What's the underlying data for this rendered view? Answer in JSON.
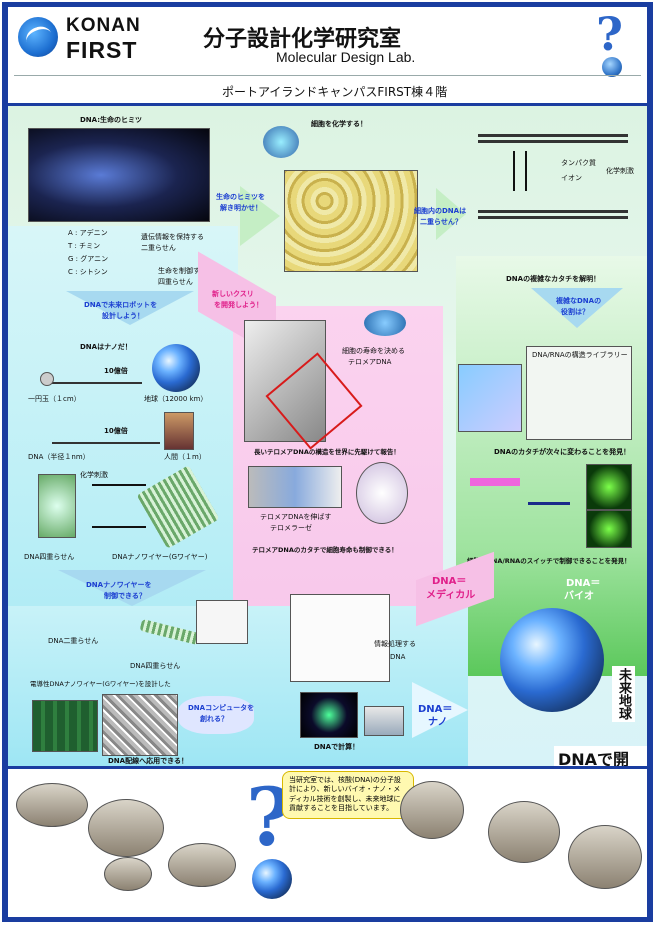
{
  "header": {
    "logo_line1": "KONAN",
    "logo_line2": "FIRST",
    "title_jp": "分子設計化学研究室",
    "title_en": "Molecular Design Lab.",
    "subtitle": "ポートアイランドキャンパスFIRST棟４階"
  },
  "sections": {
    "dna_secret": "DNA:生命のヒミツ",
    "bases": [
      "A : アデニン",
      "T : チミン",
      "G : グアニン",
      "C : シトシン"
    ],
    "genetic_info": [
      "遺伝情報を保持する",
      "二重らせん"
    ],
    "control_life": [
      "生命を制御する",
      "四重らせん"
    ],
    "solve_life": [
      "生命のヒミツを",
      "解き明かせ！"
    ],
    "chem_cell": "細胞を化学する！",
    "dna_in_cell": [
      "細胞内のDNAは",
      "二重らせん？"
    ],
    "protein": "タンパク質",
    "ion": "イオン",
    "chem_stim": "化学刺激",
    "dna_shape_solve": "DNAの複雑なカタチを解明！",
    "complex_dna_role": [
      "複雑なDNAの",
      "役割は？"
    ],
    "dna_robot": [
      "DNAで未来ロボットを",
      "設計しよう！"
    ],
    "new_drug": [
      "新しいクスリ",
      "を開発しよう！"
    ],
    "dna_nano": "DNAはナノだ！",
    "billion_1": "10億倍",
    "coin": "一円玉（１cm）",
    "earth": "地球（12000 km）",
    "billion_2": "10億倍",
    "dna_width": "DNA（半径１nm）",
    "human": "人間（１m）",
    "telomere_title": [
      "細胞の寿命を決める",
      "テロメアDNA"
    ],
    "telomere_world": "長いテロメアDNAの構造を世界に先駆けて報告！",
    "telomerase": [
      "テロメアDNAを伸ばす",
      "テロメラーゼ"
    ],
    "telomere_control": "テロメアDNAのカタチで細胞寿命も制御できる！",
    "structure_library": "DNA/RNAの構造ライブラリー",
    "shape_change": "DNAのカタチが次々に変わることを発見！",
    "switch": "細胞がDNA/RNAのスイッチで制御できることを発見！",
    "chem_stim2": "化学刺激",
    "g4": "DNA四重らせん",
    "gwire": "DNAナノワイヤー(Gワイヤー)",
    "wire_control": [
      "DNAナノワイヤーを",
      "制御できる？"
    ],
    "dna_double": "DNA二重らせん",
    "dna_quad": "DNA四重らせん",
    "conductive": "電導性DNAナノワイヤー(Gワイヤー)を設計した",
    "wiring": "DNA配線へ応用できる！",
    "dna_computer": [
      "DNAコンピュータを",
      "創れる？"
    ],
    "info_processing": [
      "情報処理する",
      "DNA"
    ],
    "calc": "DNAで計算！",
    "medical": [
      "DNA＝",
      "メディカル"
    ],
    "bio": [
      "DNA＝",
      "バイオ"
    ],
    "nano": [
      "DNA＝",
      "ナノ"
    ],
    "future_earth": "未来地球",
    "open_with_dna": "DNAで開く"
  },
  "footer": {
    "callout": "当研究室では、核酸(DNA)の分子設計により、新しいバイオ・ナノ・メディカル技術を創製し、未来地球に貢献することを目指しています。"
  },
  "colors": {
    "accent_blue": "#1c3fd1",
    "accent_pink": "#e0208a",
    "border_blue": "#1a3da0"
  }
}
